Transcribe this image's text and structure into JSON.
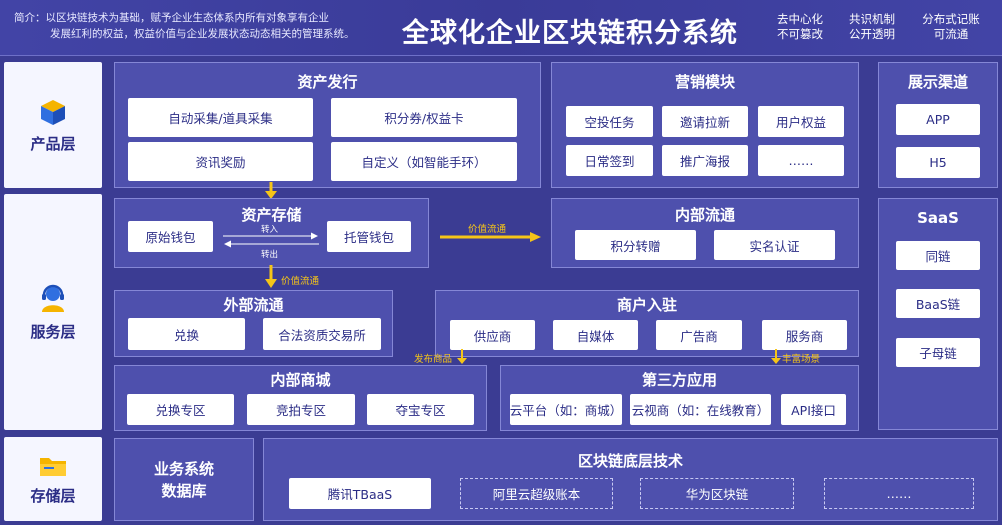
{
  "header": {
    "intro_line1": "简介：以区块链技术为基础，赋予企业生态体系内所有对象享有企业",
    "intro_line2": "发展红利的权益，权益价值与企业发展状态动态相关的管理系统。",
    "title": "全球化企业区块链积分系统",
    "features": [
      {
        "line1": "去中心化",
        "line2": "不可篡改"
      },
      {
        "line1": "共识机制",
        "line2": "公开透明"
      },
      {
        "line1": "分布式记账",
        "line2": "可流通"
      }
    ]
  },
  "layers": {
    "product": "产品层",
    "service": "服务层",
    "storage": "存储层"
  },
  "asset_issue": {
    "title": "资产发行",
    "items": [
      "自动采集/道具采集",
      "积分券/权益卡",
      "资讯奖励",
      "自定义（如智能手环）"
    ]
  },
  "marketing": {
    "title": "营销模块",
    "items": [
      "空投任务",
      "邀请拉新",
      "用户权益",
      "日常签到",
      "推广海报",
      "……"
    ]
  },
  "channels": {
    "title": "展示渠道",
    "items": [
      "APP",
      "H5"
    ]
  },
  "asset_storage": {
    "title": "资产存储",
    "left": "原始钱包",
    "right": "托管钱包",
    "in_label": "转入",
    "out_label": "转出"
  },
  "internal_flow": {
    "title": "内部流通",
    "items": [
      "积分转赠",
      "实名认证"
    ]
  },
  "saas": {
    "title": "SaaS",
    "items": [
      "同链",
      "BaaS链",
      "子母链"
    ]
  },
  "external_flow": {
    "title": "外部流通",
    "items": [
      "兑换",
      "合法资质交易所"
    ]
  },
  "merchant": {
    "title": "商户入驻",
    "items": [
      "供应商",
      "自媒体",
      "广告商",
      "服务商"
    ]
  },
  "internal_mall": {
    "title": "内部商城",
    "items": [
      "兑换专区",
      "竞拍专区",
      "夺宝专区"
    ]
  },
  "third_party": {
    "title": "第三方应用",
    "items": [
      "云平台（如：商城）",
      "云视商（如：在线教育）",
      "API接口"
    ]
  },
  "business_db": {
    "line1": "业务系统",
    "line2": "数据库"
  },
  "blockchain": {
    "title": "区块链底层技术",
    "items": [
      "腾讯TBaaS",
      "阿里云超级账本",
      "华为区块链",
      "……"
    ]
  },
  "flows": {
    "value_flow_1": "价值流通",
    "value_flow_2": "价值流通",
    "publish_goods": "发布商品",
    "enrich_scenes": "丰富场景"
  },
  "colors": {
    "background": "#3b3c93",
    "panel": "#4e50ad",
    "accent_arrow": "#f5c518",
    "box_text": "#2b2d86"
  }
}
